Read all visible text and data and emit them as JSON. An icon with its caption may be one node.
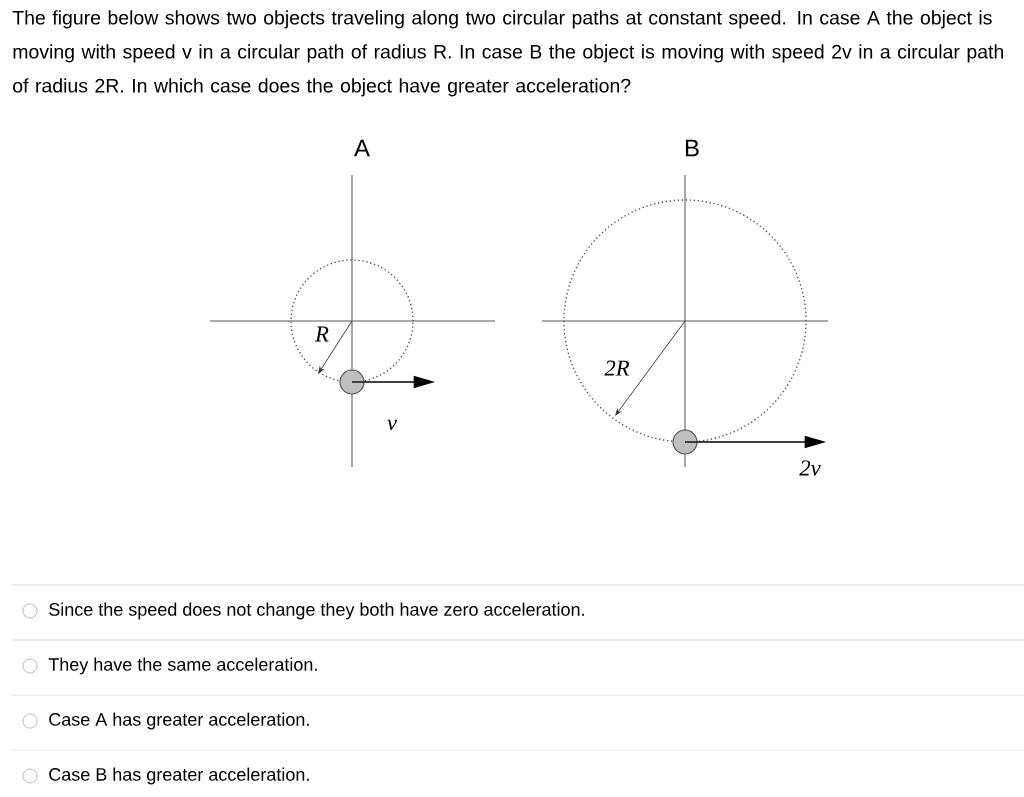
{
  "diagram": {
    "title": "The figure below shows two objects traveling along two circular paths at constant speed. In case A the object is moving with speed v in a circular path of radius R. In case B the object is moving with speed 2v in a circular path of radius 2R. In which case does the object have greater acceleration?",
    "nodes": [
      {
        "text": [],
        "shape": "circle"
      },
      {
        "text": [],
        "shape": "circle"
      }
    ],
    "edges": [
      {
        "from": 0,
        "to": null,
        "arrow": "to",
        "label": "v"
      },
      {
        "from": 1,
        "to": null,
        "arrow": "to",
        "label": "2v"
      }
    ],
    "labels": [
      "A",
      "B",
      "R",
      "2R",
      "Since the speed does not change they both have zero acceleration.",
      "They have the same acceleration.",
      "Case A has greater acceleration.",
      "Case B has greater acceleration."
    ]
  }
}
